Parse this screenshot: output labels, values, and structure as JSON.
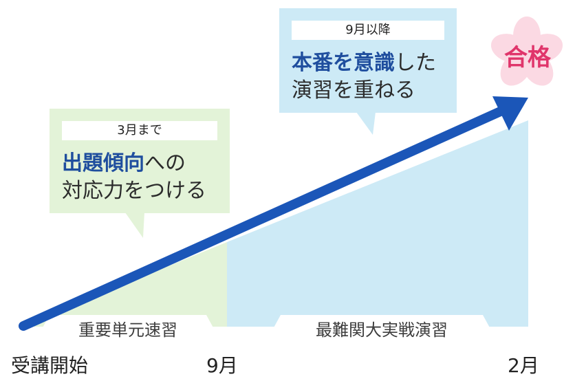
{
  "colors": {
    "phase1_fill": "#e3f3d8",
    "phase2_fill": "#cdeaf6",
    "arrow": "#1b56b8",
    "accent_text": "#1f4e9e",
    "goal_text": "#e0356b",
    "sakura": "#fbd9e3"
  },
  "timeline": {
    "start": "受講開始",
    "mid": "9月",
    "end": "2月"
  },
  "phases": {
    "phase1": "重要単元速習",
    "phase2": "最難関大実戦演習"
  },
  "callouts": {
    "phase1": {
      "badge": "3月まで",
      "line1_emphasis": "出題傾向",
      "line1_rest": "への",
      "line2": "対応力をつける"
    },
    "phase2": {
      "badge": "9月以降",
      "line1_emphasis": "本番を意識",
      "line1_rest": "した",
      "line2": "演習を重ねる"
    }
  },
  "goal": {
    "label": "合格",
    "icon": "sakura-flower-icon"
  }
}
